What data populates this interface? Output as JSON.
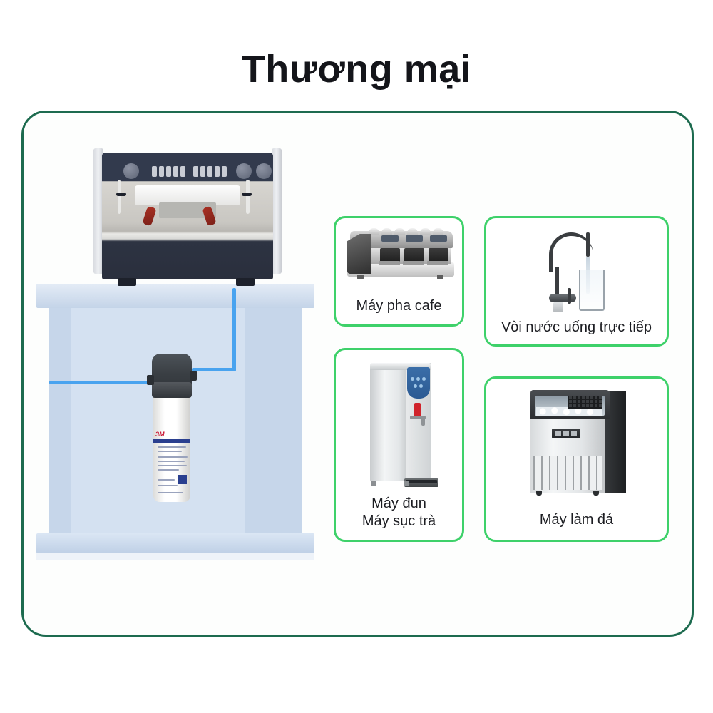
{
  "page": {
    "title": "Thương mại",
    "background_color": "#ffffff"
  },
  "colors": {
    "outer_border": "#1d6b4f",
    "card_border": "#3ed16a",
    "title_text": "#14151a",
    "label_text": "#1c1d22",
    "water_tube": "#49a3ef",
    "counter": "#c6d6ea",
    "espresso_body": "#323a4d",
    "portafilter_red": "#a93023",
    "filter_logo_red": "#c8102e",
    "filter_label_blue": "#2a3f8f"
  },
  "illustration": {
    "name": "commercial-under-counter-filter-installation",
    "espresso_machine": {
      "name": "espresso-machine"
    },
    "counter": {
      "name": "counter-cabinet"
    },
    "water_filter": {
      "name": "3m-water-filter-cartridge",
      "brand": "3M"
    },
    "tubing": {
      "name": "water-tubing"
    }
  },
  "cards": [
    {
      "id": "cafe",
      "label": "Máy pha cafe",
      "icon": "espresso-machine-icon"
    },
    {
      "id": "faucet",
      "label": "Vòi nước uống trực tiếp",
      "icon": "drinking-water-faucet-icon"
    },
    {
      "id": "boiler",
      "label_line1": "Máy đun",
      "label_line2": "Máy sục trà",
      "icon": "water-boiler-icon"
    },
    {
      "id": "ice",
      "label": "Máy làm đá",
      "icon": "ice-machine-icon"
    }
  ]
}
